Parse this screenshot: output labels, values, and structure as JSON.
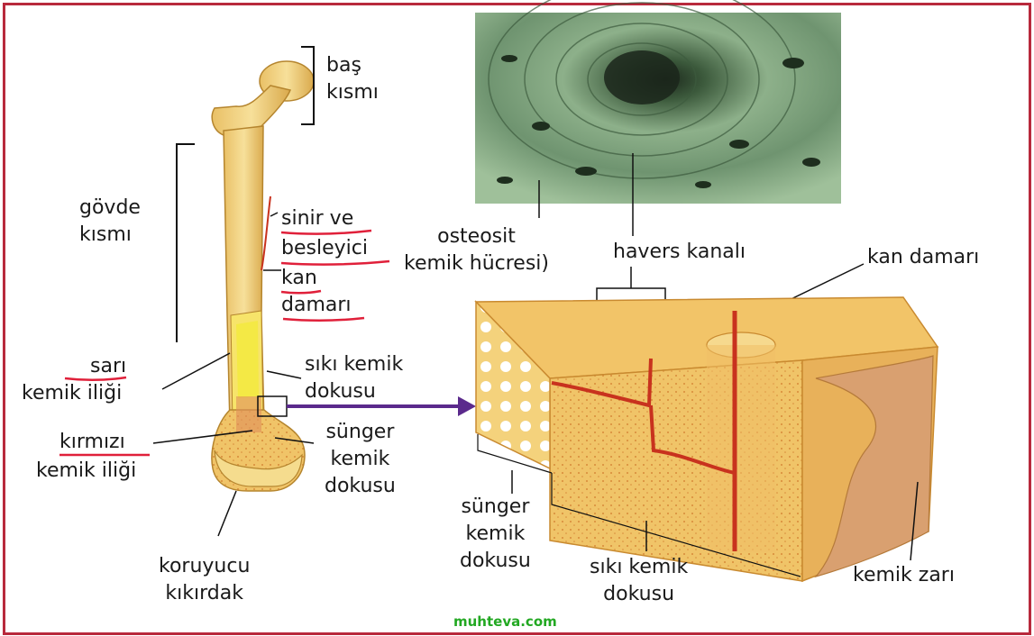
{
  "labels": {
    "bas_kismi": [
      "baş",
      "kısmı"
    ],
    "govde_kismi": [
      "gövde",
      "kısmı"
    ],
    "sinir_ve": "sinir ve",
    "besleyici": "besleyici",
    "kan": "kan",
    "damari": "damarı",
    "sari": "sarı",
    "kemik_iligi_1": "kemik iliği",
    "kirmizi": "kırmızı",
    "kemik_iligi_2": "kemik iliği",
    "siki_kemik_dokusu_left": [
      "sıkı kemik",
      "dokusu"
    ],
    "sunger_kemik_dokusu_left": [
      "sünger",
      "kemik",
      "dokusu"
    ],
    "koruyucu_kikirdak": [
      "koruyucu",
      "kıkırdak"
    ],
    "osteosit": [
      "osteosit",
      "kemik hücresi)"
    ],
    "havers_kanali": "havers kanalı",
    "kan_damari_right": "kan damarı",
    "sunger_kemik_dokusu_right": [
      "sünger",
      "kemik",
      "dokusu"
    ],
    "siki_kemik_dokusu_right": [
      "sıkı kemik",
      "dokusu"
    ],
    "kemik_zari": "kemik zarı"
  },
  "watermark": "muhteva.com",
  "colors": {
    "frame": "#b8293c",
    "bone": "#f2d27a",
    "bone_dark": "#c9963c",
    "marrow_yellow": "#f3ea3c",
    "marrow_red": "#d98a55",
    "vessel": "#c8321e",
    "micro_green": "#7fa07c",
    "arrow": "#5b2a8c",
    "underline_red": "#e0203a",
    "watermark": "#22a822"
  }
}
